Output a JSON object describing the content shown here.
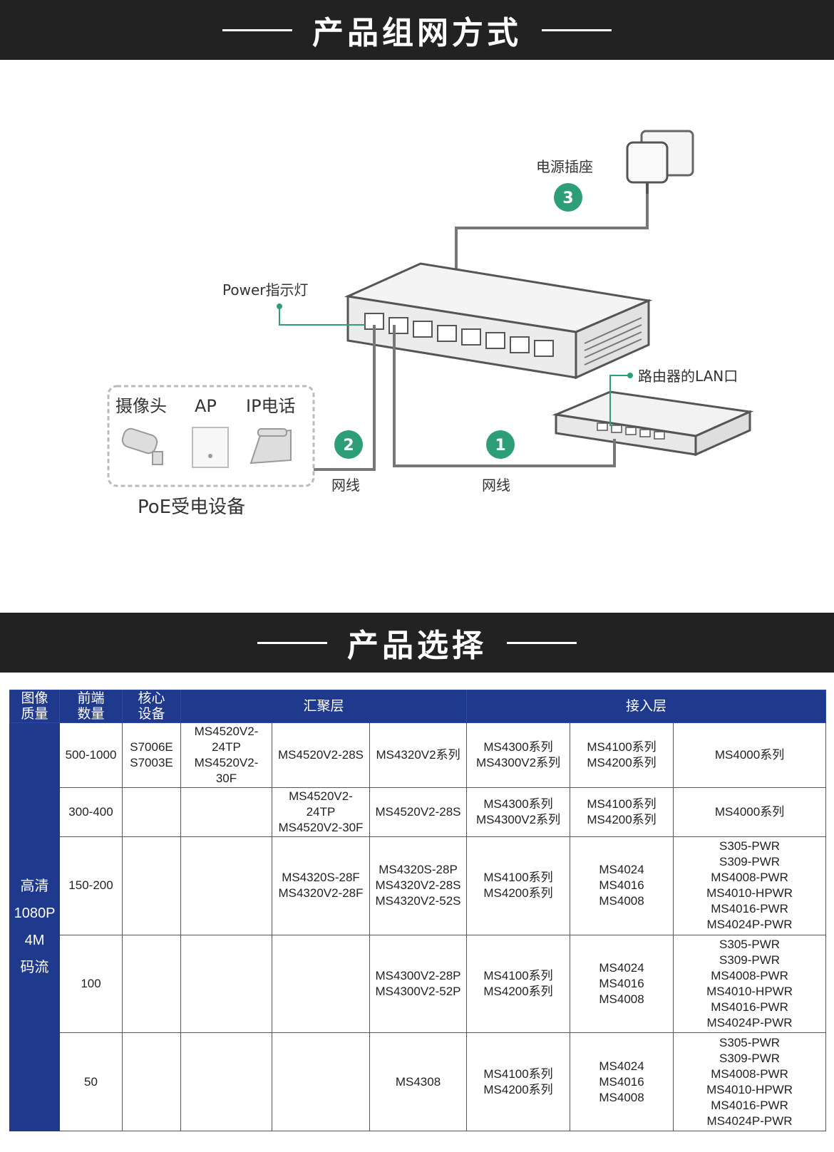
{
  "sections": {
    "networking_title": "产品组网方式",
    "selection_title": "产品选择"
  },
  "diagram": {
    "power_socket_label": "电源插座",
    "power_indicator_label": "Power指示灯",
    "router_lan_label": "路由器的LAN口",
    "poe_devices": [
      "摄像头",
      "AP",
      "IP电话"
    ],
    "poe_group_label": "PoE受电设备",
    "cable_label_2": "网线",
    "cable_label_1": "网线",
    "step_numbers": [
      "1",
      "2",
      "3"
    ],
    "colors": {
      "accent": "#2e9e78",
      "line": "#777777",
      "device": "#f0f0f0"
    }
  },
  "table": {
    "headers": {
      "quality": "图像\n质量",
      "count": "前端\n数量",
      "core": "核心\n设备",
      "aggregation": "汇聚层",
      "access": "接入层"
    },
    "quality_label": "高清\n1080P\n4M\n码流",
    "rows": [
      {
        "count": "500-1000",
        "core": "S7006E\nS7003E",
        "agg1": "MS4520V2-\n24TP\nMS4520V2-\n30F",
        "agg2": "MS4520V2-28S",
        "agg3": "MS4320V2系列",
        "acc1": "MS4300系列\nMS4300V2系列",
        "acc2": "MS4100系列\nMS4200系列",
        "acc3": "MS4000系列"
      },
      {
        "count": "300-400",
        "core": "",
        "agg1": "",
        "agg2": "MS4520V2-\n24TP\nMS4520V2-30F",
        "agg3": "MS4520V2-28S",
        "acc1": "MS4300系列\nMS4300V2系列",
        "acc2": "MS4100系列\nMS4200系列",
        "acc3": "MS4000系列"
      },
      {
        "count": "150-200",
        "core": "",
        "agg1": "",
        "agg2": "MS4320S-28F\nMS4320V2-28F",
        "agg3": "MS4320S-28P\nMS4320V2-28S\nMS4320V2-52S",
        "acc1": "MS4100系列\nMS4200系列",
        "acc2": "MS4024\nMS4016\nMS4008",
        "acc3": "S305-PWR\nS309-PWR\nMS4008-PWR\nMS4010-HPWR\nMS4016-PWR\nMS4024P-PWR"
      },
      {
        "count": "100",
        "core": "",
        "agg1": "",
        "agg2": "",
        "agg3": "MS4300V2-28P\nMS4300V2-52P",
        "acc1": "MS4100系列\nMS4200系列",
        "acc2": "MS4024\nMS4016\nMS4008",
        "acc3": "S305-PWR\nS309-PWR\nMS4008-PWR\nMS4010-HPWR\nMS4016-PWR\nMS4024P-PWR"
      },
      {
        "count": "50",
        "core": "",
        "agg1": "",
        "agg2": "",
        "agg3": "MS4308",
        "acc1": "MS4100系列\nMS4200系列",
        "acc2": "MS4024\nMS4016\nMS4008",
        "acc3": "S305-PWR\nS309-PWR\nMS4008-PWR\nMS4010-HPWR\nMS4016-PWR\nMS4024P-PWR"
      }
    ]
  }
}
